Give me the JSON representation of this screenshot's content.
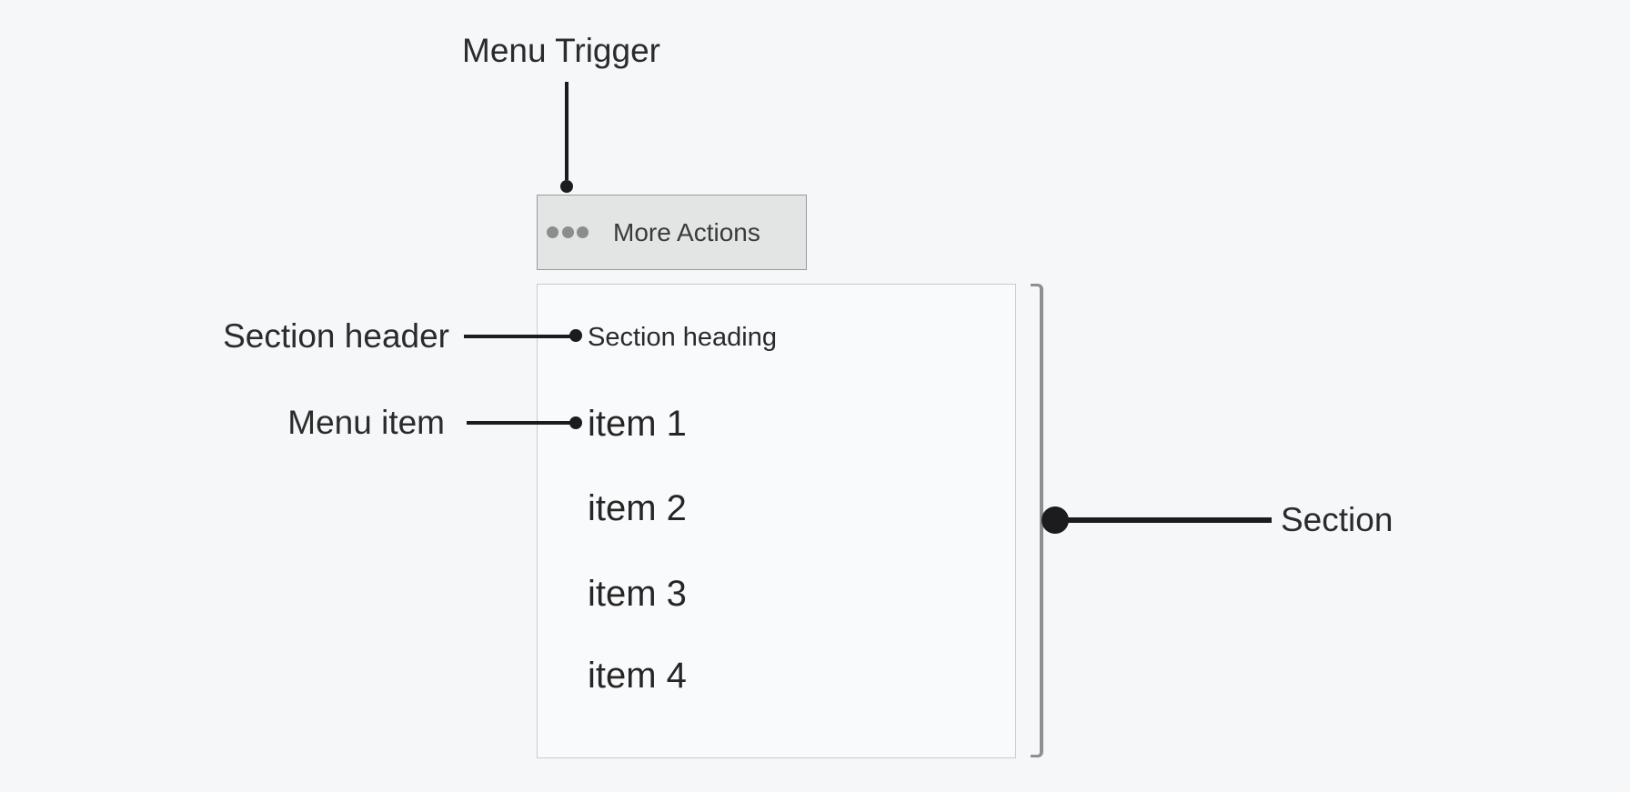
{
  "trigger_annotation": {
    "label": "Menu Trigger"
  },
  "trigger_button": {
    "icon": "ellipsis-icon",
    "label": "More Actions"
  },
  "menu": {
    "section_heading": "Section heading",
    "items": [
      {
        "label": "item 1"
      },
      {
        "label": "item 2"
      },
      {
        "label": "item 3"
      },
      {
        "label": "item 4"
      }
    ]
  },
  "annotations": {
    "section_header": "Section header",
    "menu_item": "Menu item",
    "section": "Section"
  },
  "colors": {
    "page_bg": "#f6f7f9",
    "panel_bg": "#f9fafb",
    "panel_border": "#c9cccf",
    "button_bg": "#e3e4e4",
    "button_border": "#9a9a9a",
    "ellipsis_dots": "#8c8c8c",
    "annotation_ink": "#1c1c1e",
    "bracket_gray": "#8d9093",
    "text": "#2b2b2b"
  }
}
